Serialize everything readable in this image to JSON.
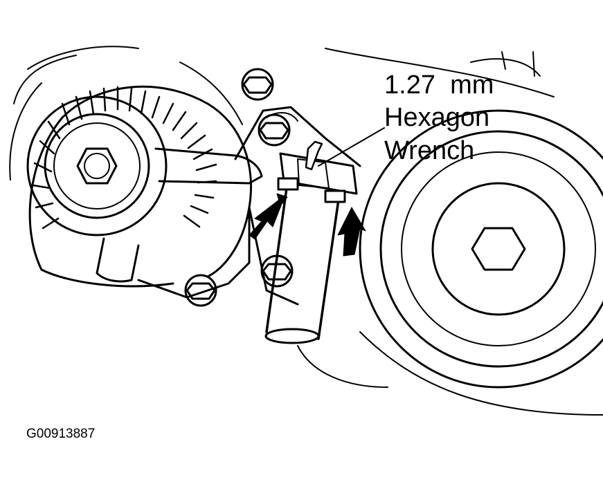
{
  "callout": {
    "line1": "1.27  mm",
    "line2": "Hexagon",
    "line3": "Wrench"
  },
  "figure_id": "G00913887",
  "colors": {
    "ink": "#000000",
    "paper": "#ffffff"
  },
  "icons": {
    "arrows": "arrow-icon"
  }
}
